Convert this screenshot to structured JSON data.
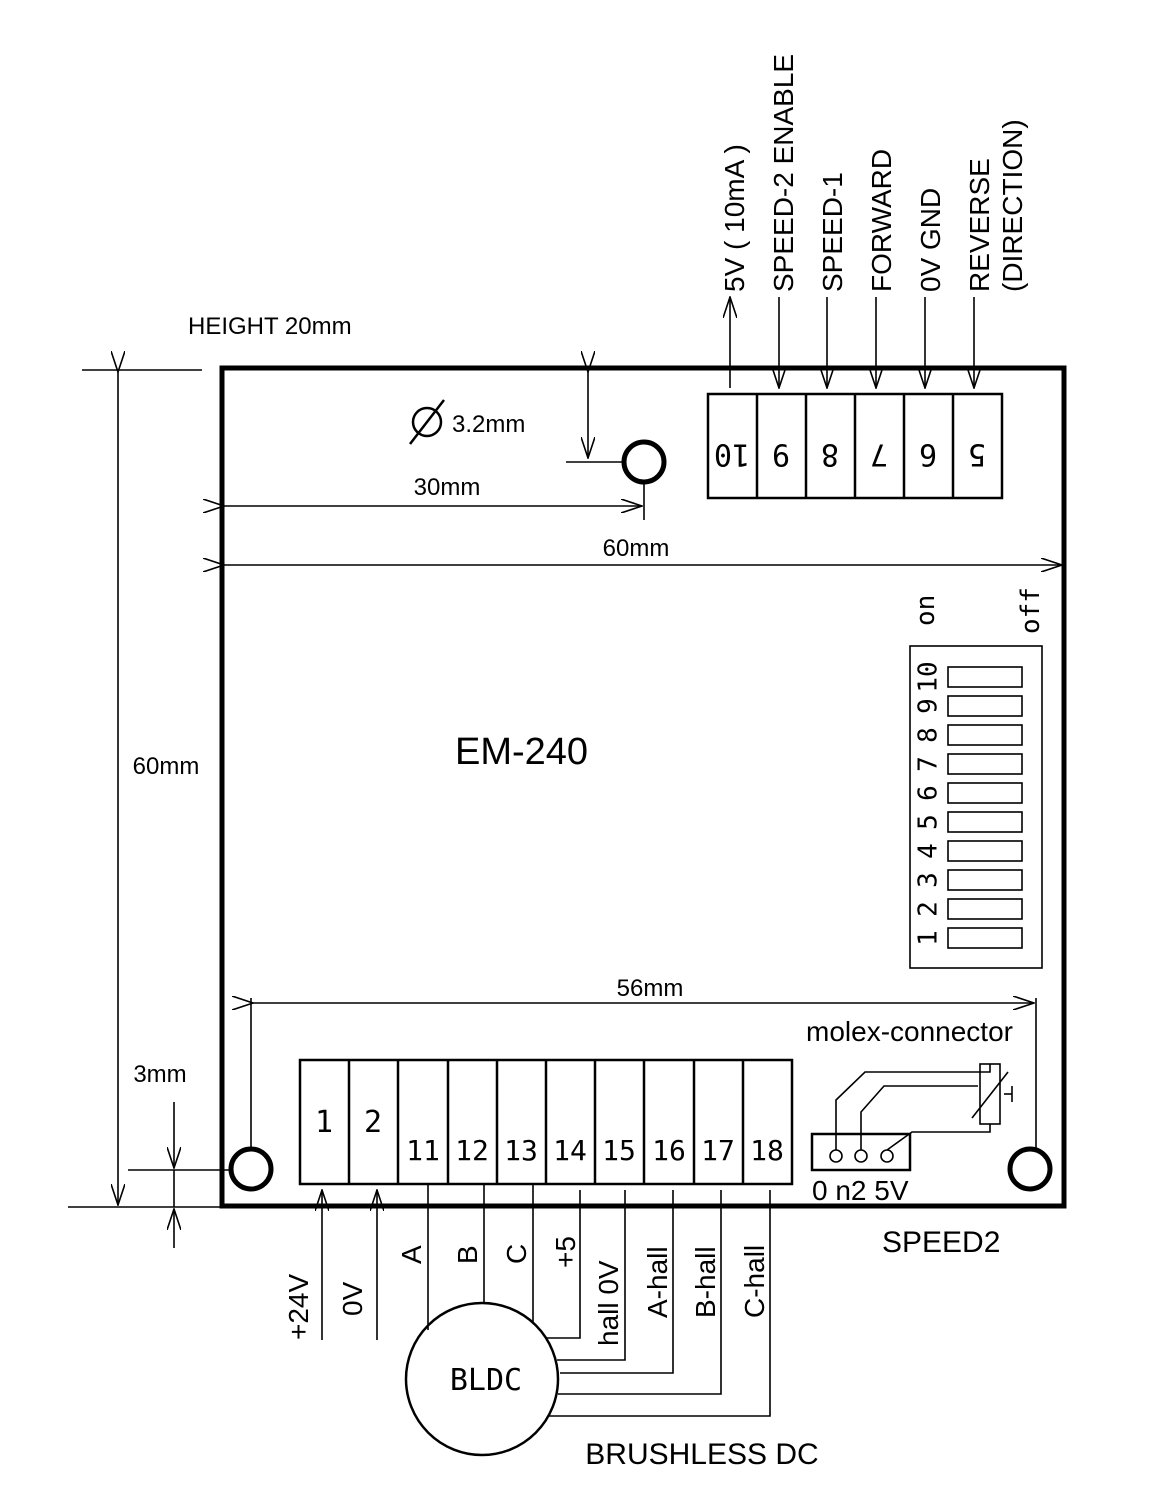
{
  "board": {
    "model": "EM-240",
    "height_note": "HEIGHT 20mm",
    "hole_label": "3.2mm"
  },
  "dimensions": {
    "hole_offset": "30mm",
    "board_width": "60mm",
    "board_height": "60mm",
    "hole_spacing": "56mm",
    "hole_edge": "3mm"
  },
  "top_terminals": {
    "pins": [
      "10",
      "9",
      "8",
      "7",
      "6",
      "5"
    ],
    "labels": [
      "5V ( 10mA )",
      "SPEED-2 ENABLE",
      "SPEED-1",
      "FORWARD",
      "0V GND",
      "REVERSE",
      "(DIRECTION)"
    ]
  },
  "dip_switch": {
    "on_label": "on",
    "off_label": "off",
    "numbers": [
      "1",
      "2",
      "3",
      "4",
      "5",
      "6",
      "7",
      "8",
      "9",
      "10"
    ]
  },
  "bottom_terminals": {
    "pins": [
      "1",
      "2",
      "11",
      "12",
      "13",
      "14",
      "15",
      "16",
      "17",
      "18"
    ],
    "power_labels": [
      "+24V",
      "0V"
    ],
    "signal_labels": [
      "A",
      "B",
      "C",
      "+5",
      "hall 0V",
      "A-hall",
      "B-hall",
      "C-hall"
    ]
  },
  "molex": {
    "label": "molex-connector",
    "pins_label": "0 n2 5V",
    "function": "SPEED2"
  },
  "motor": {
    "label": "BLDC",
    "caption": "BRUSHLESS DC"
  }
}
